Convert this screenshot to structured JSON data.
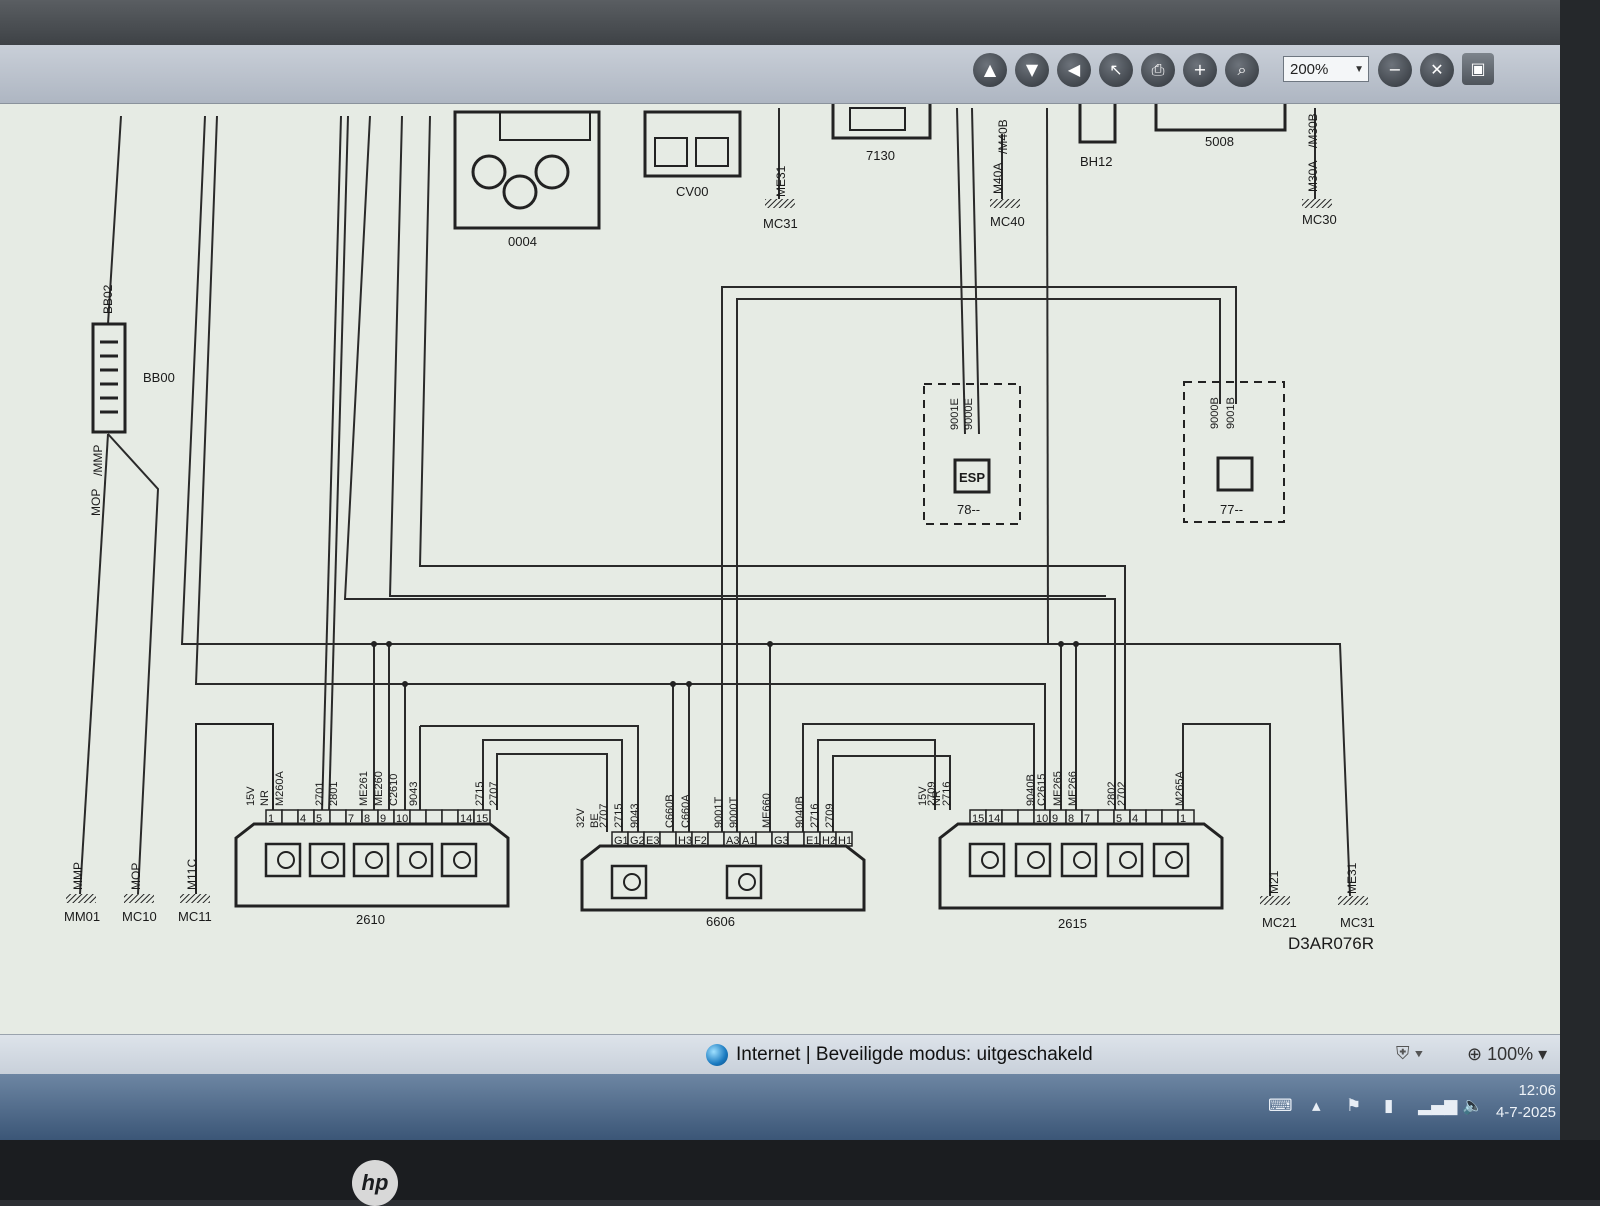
{
  "toolbar": {
    "zoom_value": "200%",
    "buttons": [
      "up-icon",
      "down-icon",
      "left-icon",
      "pointer-icon",
      "print-icon",
      "plus-icon",
      "zoom-icon",
      "minus-icon",
      "fit-icon",
      "window-icon"
    ]
  },
  "diagram": {
    "ref": "D3AR076R",
    "components": {
      "c0004": "0004",
      "cv00": "CV00",
      "c7130": "7130",
      "bh12": "BH12",
      "c5008": "5008",
      "bb00": "BB00",
      "bb02": "BB02",
      "esp_label": "ESP",
      "c78": "78--",
      "c77": "77--",
      "c2610": "2610",
      "c6606": "6606",
      "c2615": "2615"
    },
    "top_wires": {
      "me31": "ME31",
      "mc31_top": "MC31",
      "m40a": "M40A",
      "m40b": "/M40B",
      "mc40": "MC40",
      "m30a": "M30A",
      "m30b": "/M30B",
      "mc30": "MC30"
    },
    "esp_wires": [
      "9001E",
      "9000E"
    ],
    "c77_wires": [
      "9000B",
      "9001B"
    ],
    "left_labels": {
      "mop": "MOP",
      "mmp": "/MMP"
    },
    "grounds": {
      "mm01": {
        "wire": "MMP",
        "name": "MM01"
      },
      "mc10": {
        "wire": "MOP",
        "name": "MC10"
      },
      "mc11": {
        "wire": "M11C",
        "name": "MC11"
      },
      "mc21": {
        "wire": "M21",
        "name": "MC21"
      },
      "mc31": {
        "wire": "ME31",
        "name": "MC31"
      }
    },
    "conn2610": {
      "head": [
        "15V",
        "NR"
      ],
      "wires": [
        "M260A",
        "2701",
        "2801",
        "ME261",
        "ME260",
        "C2610",
        "9043",
        "2715",
        "2707"
      ],
      "pins": [
        "1",
        "",
        "4",
        "5",
        "",
        "7",
        "8",
        "9",
        "10",
        "",
        "",
        "",
        "14",
        "15"
      ]
    },
    "conn6606": {
      "head": [
        "32V",
        "BE"
      ],
      "wires": [
        "2707",
        "2715",
        "9043",
        "C660B",
        "C660A",
        "9001T",
        "9000T",
        "ME660"
      ],
      "pins": [
        "G1",
        "G2",
        "E3",
        "",
        "H3",
        "F2",
        "",
        "A3",
        "A1",
        "",
        "G3",
        "",
        "E1",
        "H2",
        "H1"
      ]
    },
    "conn2615": {
      "head": [
        "15V",
        "NR"
      ],
      "wires": [
        "2709",
        "2716",
        "9040B",
        "C2615",
        "ME265",
        "ME266",
        "2802",
        "2702",
        "M265A"
      ],
      "pins": [
        "15",
        "14",
        "",
        "",
        "10",
        "9",
        "8",
        "7",
        "",
        "5",
        "4",
        "",
        "",
        "1"
      ]
    },
    "conn6606b_wires": [
      "9040B",
      "2716",
      "2709"
    ]
  },
  "statusbar": {
    "text": "Internet | Beveiligde modus: uitgeschakeld",
    "zoom": "100%"
  },
  "taskbar": {
    "time": "12:06",
    "date": "4-7-2025"
  },
  "brand": {
    "logo": "hp"
  }
}
